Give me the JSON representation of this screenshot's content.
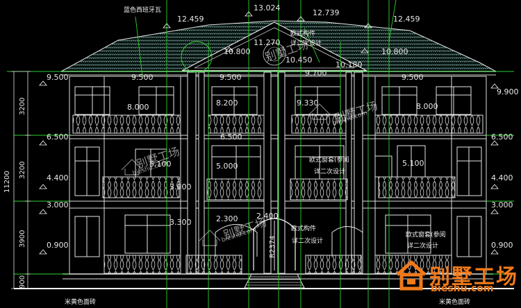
{
  "roof_note": "蓝色西班牙瓦",
  "roof_elevations": {
    "ridge_center": "13.024",
    "left_ridge": "12.459",
    "mid_ridge": "12.739",
    "right_ridge": "12.459",
    "gable_apex": "11.270",
    "left_eave_top": "10.800",
    "right_eave_top": "10.800",
    "gable_base": "10.450",
    "center_eave": "10.180"
  },
  "floor3_levels": {
    "left_outer": "9.500",
    "left_inner": "9.500",
    "center": "9.500",
    "center_right": "9.700",
    "right": "9.500",
    "right_edge": "9.900",
    "sill_left": "8.000",
    "sill_center": "8.200",
    "sill_mid": "9.330",
    "sill_right": "8.000"
  },
  "floor2_levels": {
    "left": "6.500",
    "center": "6.500",
    "right": "6.500",
    "sill_left": "5.100",
    "sill_center": "5.000",
    "sill_right": "5.100",
    "left_low": "4.400",
    "right_low": "4.400",
    "balcony": "3.900"
  },
  "floor1_levels": {
    "left": "3.000",
    "right": "3.000",
    "center_left": "3.300",
    "center_mid": "2.300",
    "center_top": "2.400",
    "left_low": "0.900",
    "right_low": "0.900",
    "door_radius": "R2374"
  },
  "dimensions": {
    "total_height": "11200",
    "floor3": "3200",
    "floor2": "3200",
    "floor1": "3900",
    "base": "900"
  },
  "notes": {
    "pediment": "欧式构件",
    "pediment_sub": "详二次设计",
    "window_frame": "欧式窗套(参阅",
    "window_frame_sub": "详二次设计",
    "window_frame_right": "欧式窗套(参阅",
    "window_frame_right_sub": "详二次设计",
    "door_frame": "欧式构件",
    "door_frame_sub": "详二次设计",
    "base_left": "米黄色面砖",
    "base_right": "米黄色面砖"
  },
  "watermark": {
    "brand": "别墅工场",
    "url": "bieshu.com"
  },
  "logo": {
    "title": "别墅工场",
    "url": "bieshu.com",
    "color": "#f07a1a"
  }
}
